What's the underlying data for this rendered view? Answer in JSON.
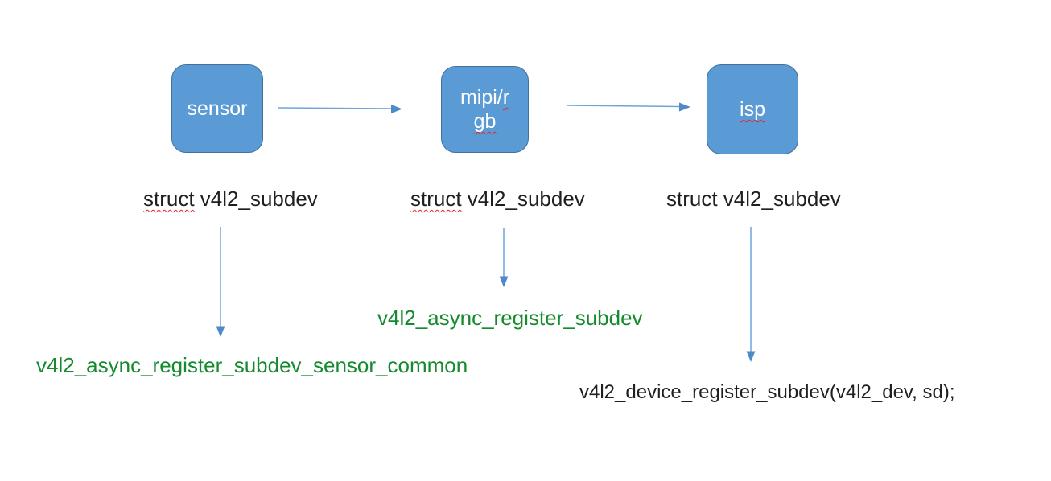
{
  "colors": {
    "box_fill": "#5B9BD5",
    "box_border": "#41719C",
    "arrow_line": "#6FA3DB",
    "arrow_head": "#4E8AC9",
    "function_green": "#168A2E",
    "text_black": "#1F1F1F",
    "spellcheck_red": "#E0262A"
  },
  "boxes": [
    {
      "label": "sensor"
    },
    {
      "line1_plain": "mipi/",
      "line1_misspelled": "r",
      "line2_misspelled": "gb"
    },
    {
      "label": "isp"
    }
  ],
  "struct_labels": [
    {
      "keyword": "struct",
      "rest": " v4l2_subdev"
    },
    {
      "keyword": "struct",
      "rest": " v4l2_subdev"
    },
    {
      "full": "struct v4l2_subdev"
    }
  ],
  "function_labels": {
    "sensor": "v4l2_async_register_subdev_sensor_common",
    "mipi": "v4l2_async_register_subdev",
    "isp": "v4l2_device_register_subdev(v4l2_dev, sd);"
  }
}
